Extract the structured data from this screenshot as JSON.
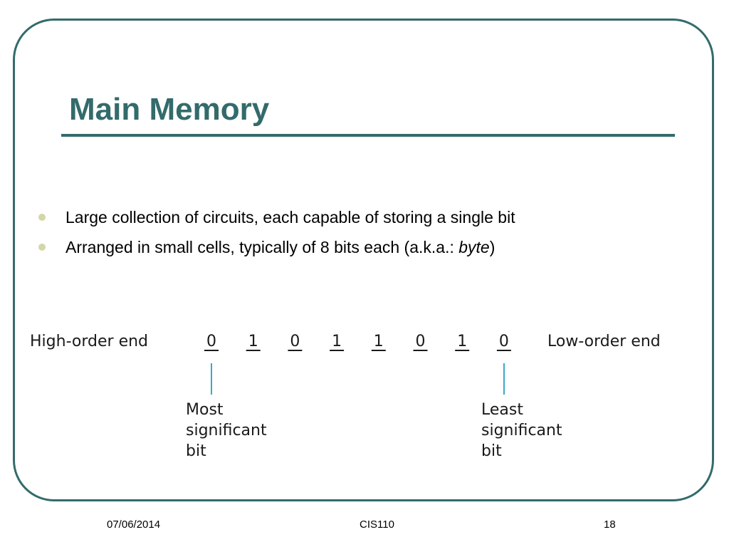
{
  "slide": {
    "title": "Main Memory",
    "bullets": [
      {
        "text": "Large collection of circuits, each capable of storing a single bit",
        "italic": "",
        "after": ""
      },
      {
        "text": "Arranged in small cells, typically of 8 bits each (a.k.a.: ",
        "italic": "byte",
        "after": ")"
      }
    ],
    "footer": {
      "date": "07/06/2014",
      "course": "CIS110",
      "page": "18"
    }
  },
  "diagram": {
    "high_end_label": "High-order end",
    "low_end_label": "Low-order end",
    "bits": [
      "0",
      "1",
      "0",
      "1",
      "1",
      "0",
      "1",
      "0"
    ],
    "msb_label": [
      "Most",
      "significant",
      "bit"
    ],
    "lsb_label": [
      "Least",
      "significant",
      "bit"
    ]
  },
  "colors": {
    "accent": "#336b6b",
    "bullet": "#d3d7a6",
    "pointer": "#3aa8c8"
  }
}
